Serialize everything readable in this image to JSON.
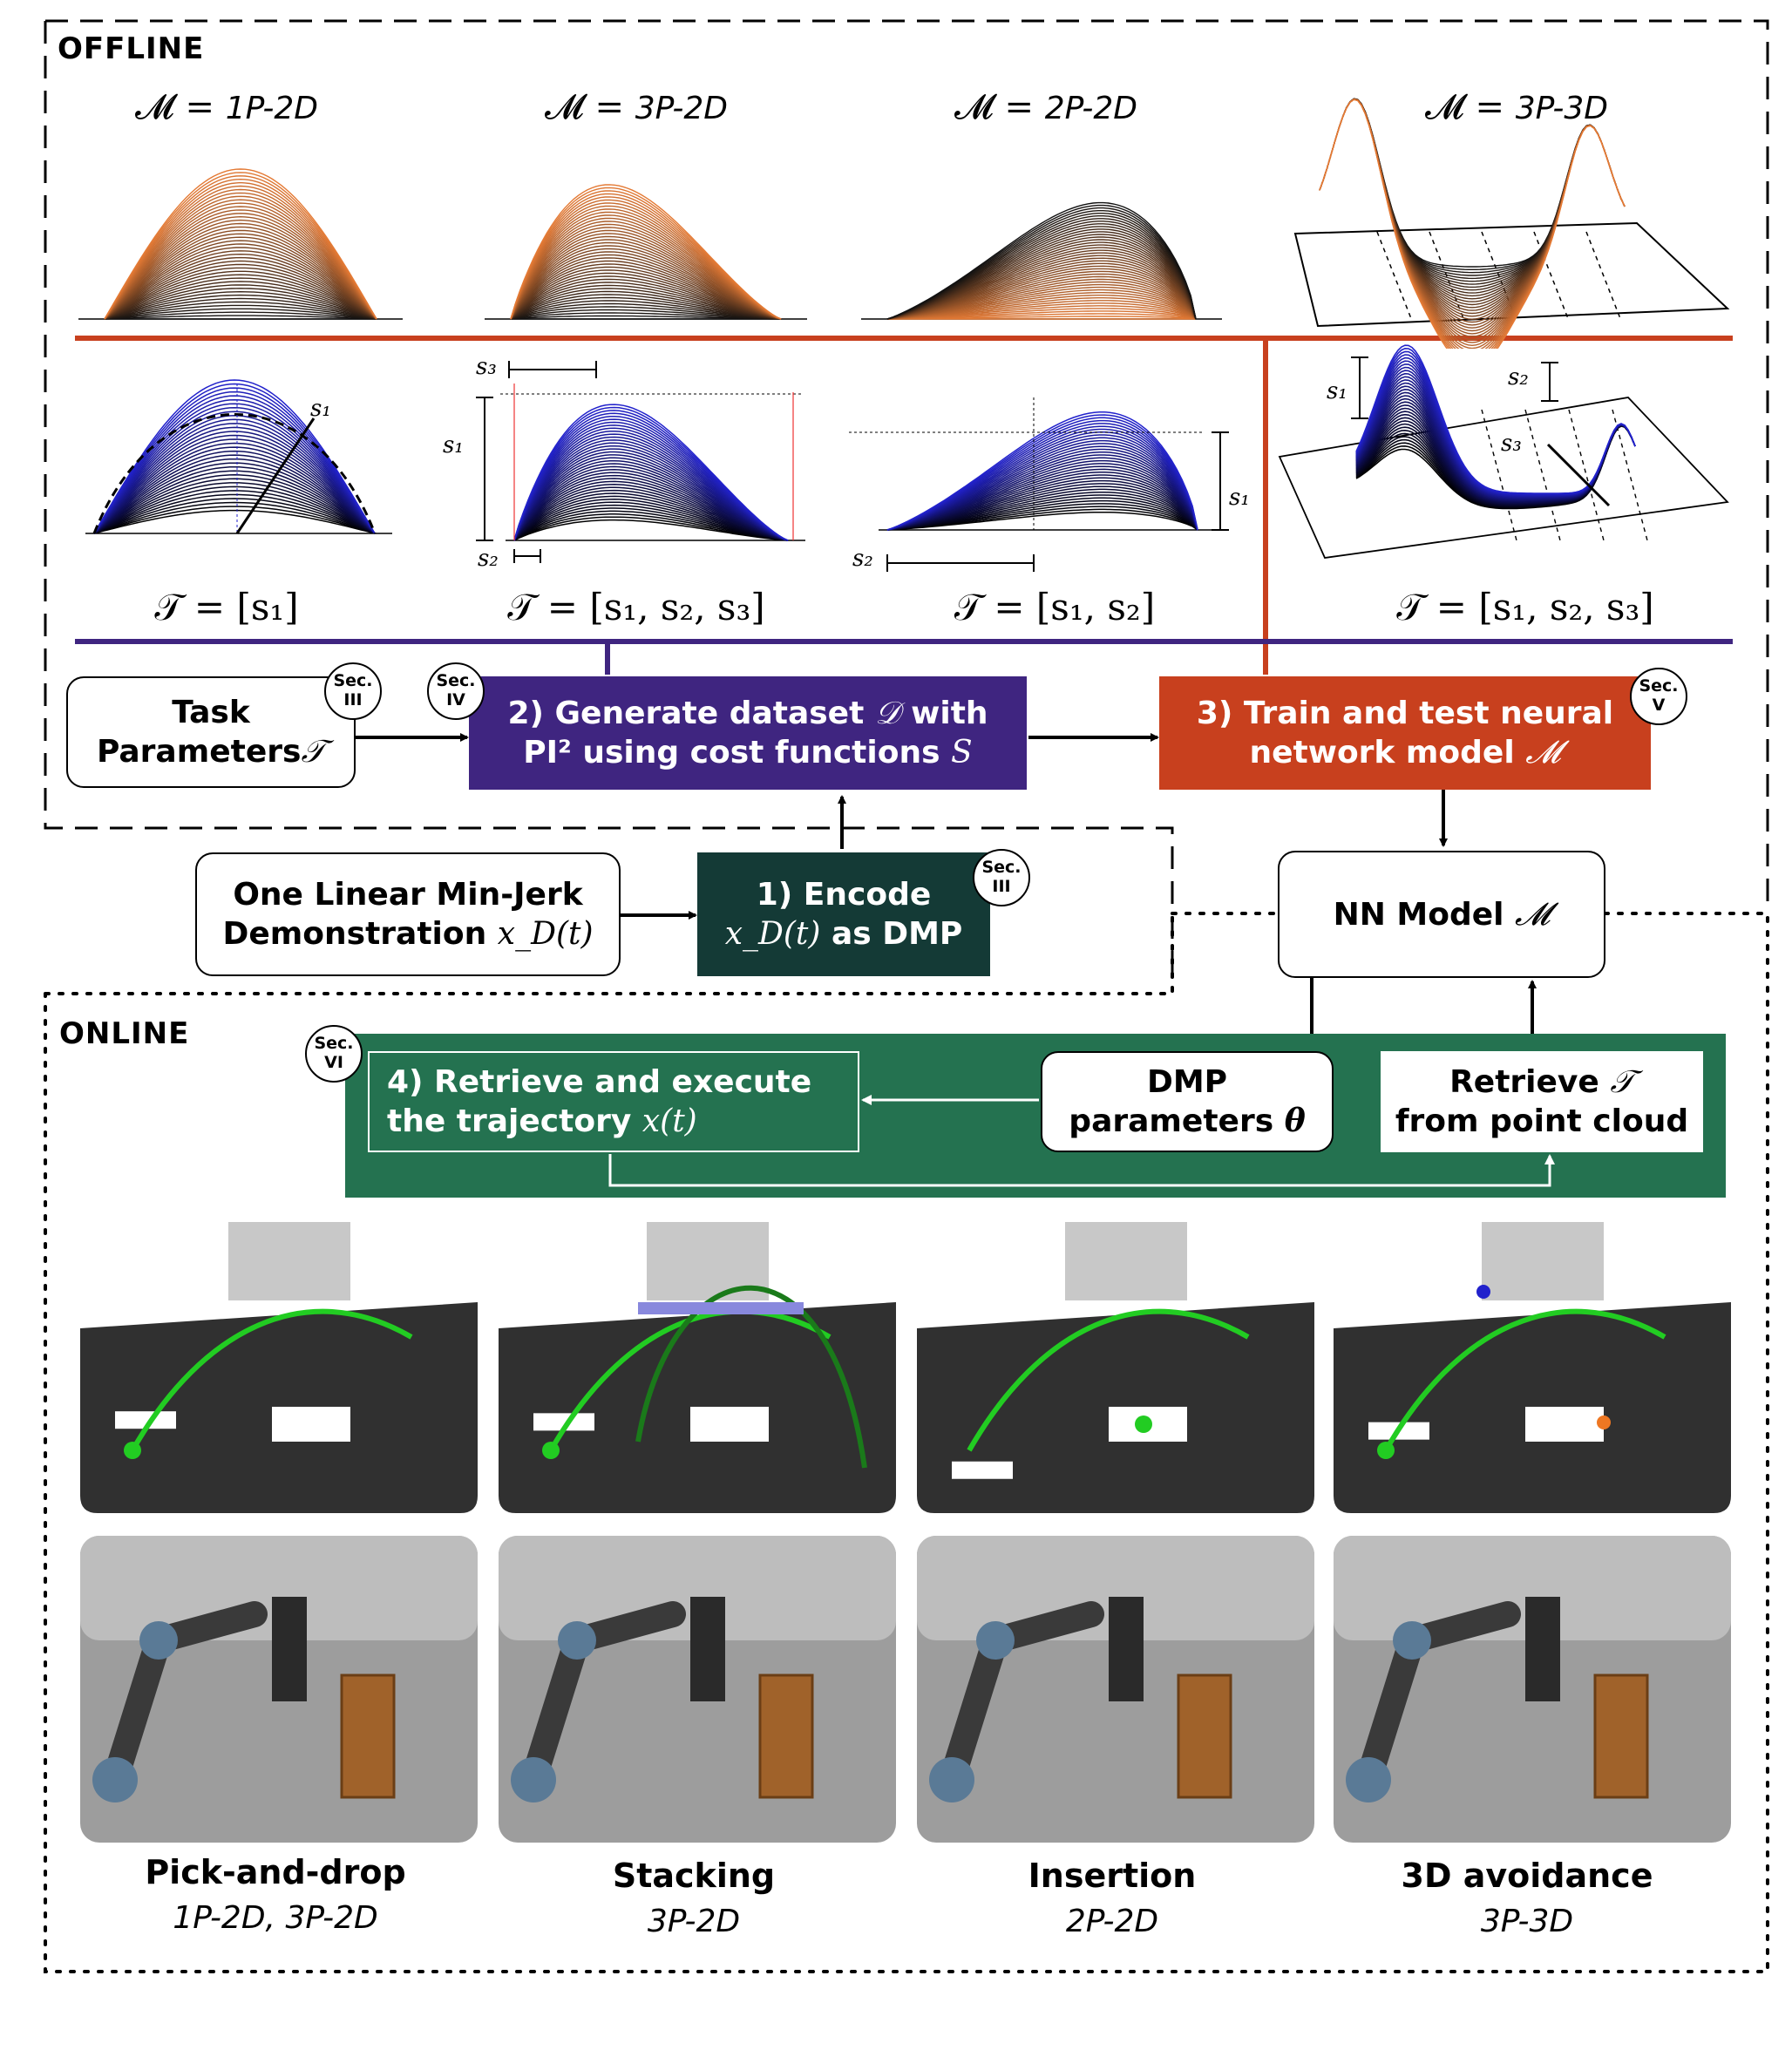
{
  "regions": {
    "offline": "OFFLINE",
    "online": "ONLINE"
  },
  "models": [
    {
      "symbol": "𝓜 = ",
      "name": "1P-2D"
    },
    {
      "symbol": "𝓜 = ",
      "name": "3P-2D"
    },
    {
      "symbol": "𝓜 = ",
      "name": "2P-2D"
    },
    {
      "symbol": "𝓜 = ",
      "name": "3P-3D"
    }
  ],
  "task_parameters": [
    "𝒯 = [s₁]",
    "𝒯 = [s₁, s₂, s₃]",
    "𝒯 = [s₁, s₂]",
    "𝒯 = [s₁, s₂, s₃]"
  ],
  "plot_labels": {
    "p1": {
      "s1": "s₁"
    },
    "p2": {
      "s1": "s₁",
      "s2": "s₂",
      "s3": "s₃"
    },
    "p3": {
      "s1": "s₁",
      "s2": "s₂"
    },
    "p4": {
      "s1": "s₁",
      "s2": "s₂",
      "s3": "s₃"
    }
  },
  "pipeline": {
    "task_params_box": {
      "line1": "Task",
      "line2": "Parameters",
      "symbol": "𝒯"
    },
    "step2": {
      "line1a": "2) Generate dataset ",
      "sym1": "𝒟",
      "line1b": " with",
      "line2a": "PI² using cost functions ",
      "sym2": "S"
    },
    "step3": {
      "line1": "3) Train and test neural",
      "line2a": "network model ",
      "sym": "𝓜"
    },
    "demo_box": {
      "line1": "One Linear Min-Jerk",
      "line2a": "Demonstration ",
      "sym": "x_D(t)"
    },
    "step1": {
      "line1": "1) Encode",
      "sym": "x_D(t)",
      "line2b": " as DMP"
    },
    "nn_model": {
      "label": "NN Model ",
      "sym": "𝓜"
    },
    "step4": {
      "line1": "4) Retrieve and execute",
      "line2a": "the trajectory ",
      "sym": "x(t)"
    },
    "dmp_params": {
      "line1": "DMP",
      "line2a": "parameters ",
      "sym": "θ"
    },
    "retrieve": {
      "line1a": "Retrieve ",
      "sym": "𝒯",
      "line2": "from point cloud"
    }
  },
  "sec_badges": {
    "task": [
      "Sec.",
      "III"
    ],
    "step2": [
      "Sec.",
      "IV"
    ],
    "step3": [
      "Sec.",
      "V"
    ],
    "step1": [
      "Sec.",
      "III"
    ],
    "step4": [
      "Sec.",
      "VI"
    ]
  },
  "tasks": [
    {
      "name": "Pick-and-drop",
      "models": "1P-2D, 3P-2D"
    },
    {
      "name": "Stacking",
      "models": "3P-2D"
    },
    {
      "name": "Insertion",
      "models": "2P-2D"
    },
    {
      "name": "3D avoidance",
      "models": "3P-3D"
    }
  ],
  "colors": {
    "purple": "#3f2580",
    "orange_red": "#c8401e",
    "dark_teal": "#143a36",
    "green": "#247250",
    "traj_orange": "#e47a35",
    "traj_blue": "#2222cc",
    "sim_green": "#22cc22",
    "sim_gray": "#9d9d9d",
    "cloud_dark": "#303030"
  }
}
